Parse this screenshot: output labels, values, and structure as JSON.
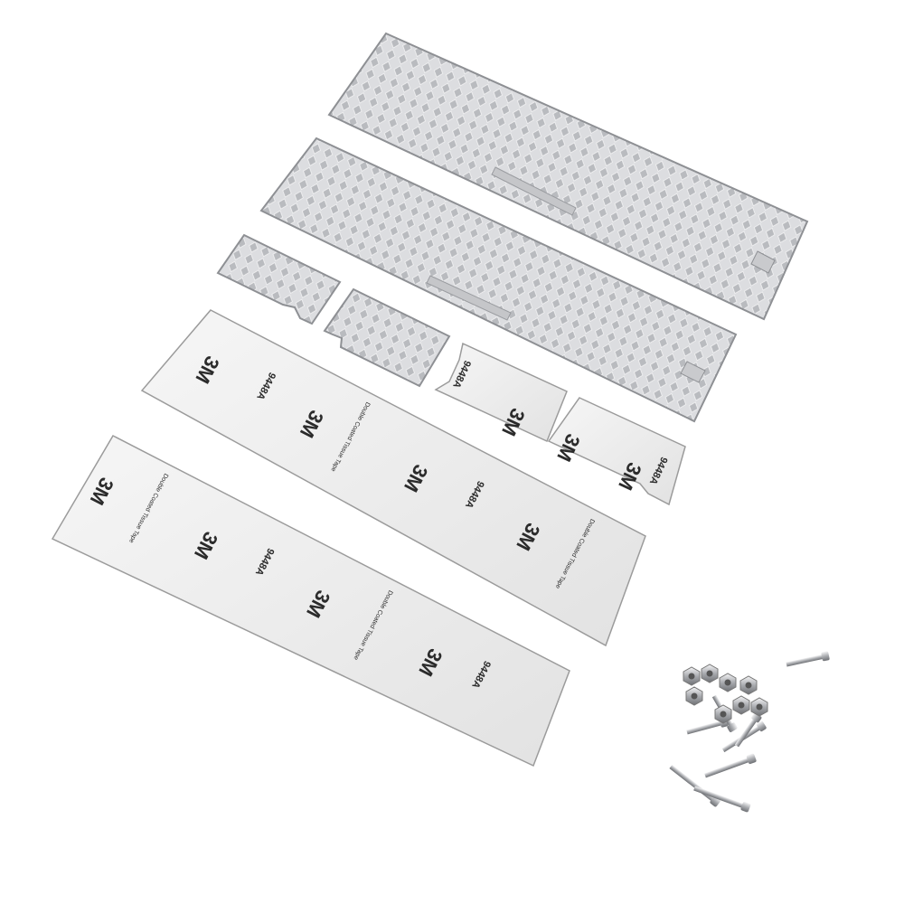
{
  "scene": {
    "description_label": "",
    "tape": {
      "logo": "3M",
      "code": "9448A",
      "desc": "Double Coated Tissue Tape"
    },
    "colors": {
      "background": "#ffffff",
      "steel": "#d9dadc",
      "steel_dark": "#9a9ca0",
      "tape_film": "#eeeeee",
      "tape_print": "#2b2b2b"
    }
  }
}
